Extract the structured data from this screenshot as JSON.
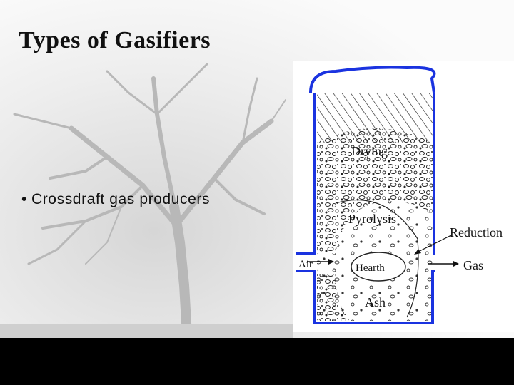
{
  "slide": {
    "title": "Types of Gasifiers",
    "bullet_marker": "•",
    "bullet_text": "Crossdraft gas producers"
  },
  "diagram": {
    "labels": {
      "drying": "Drying",
      "pyrolysis": "Pyrolysis",
      "reduction": "Reduction",
      "air": "Air",
      "hearth": "Hearth",
      "gas": "Gas",
      "ash": "Ash"
    },
    "colors": {
      "vessel": "#1a33e0",
      "fuel_particles": "#222222",
      "footer": "#000000"
    }
  }
}
